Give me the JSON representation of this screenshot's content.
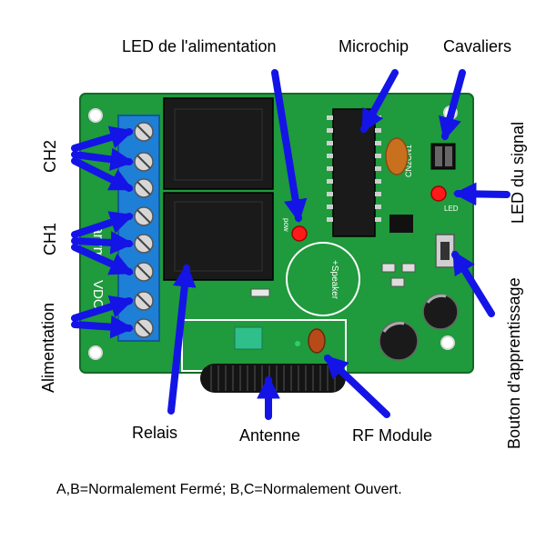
{
  "labels": {
    "led_power": "LED de l'alimentation",
    "microchip": "Microchip",
    "cavaliers": "Cavaliers",
    "led_signal": "LED du signal",
    "ch2": "CH2",
    "ch1": "CH1",
    "alimentation": "Alimentation",
    "bouton": "Bouton d'apprentissage",
    "relais": "Relais",
    "antenne": "Antenne",
    "rf_module": "RF Module"
  },
  "board_text": {
    "speaker": "+Speaker",
    "pow": "pow",
    "led": "LED",
    "cn": "CN2CN1",
    "brand": "arym",
    "vdc": "VDC"
  },
  "caption": "A,B=Normalement Fermé; B,C=Normalement Ouvert.",
  "colors": {
    "pcb": "#1f9a3c",
    "arrow": "#1414e6",
    "terminal": "#1e7fd6",
    "relay": "#1a1a1a",
    "led": "#ff1a1a"
  }
}
